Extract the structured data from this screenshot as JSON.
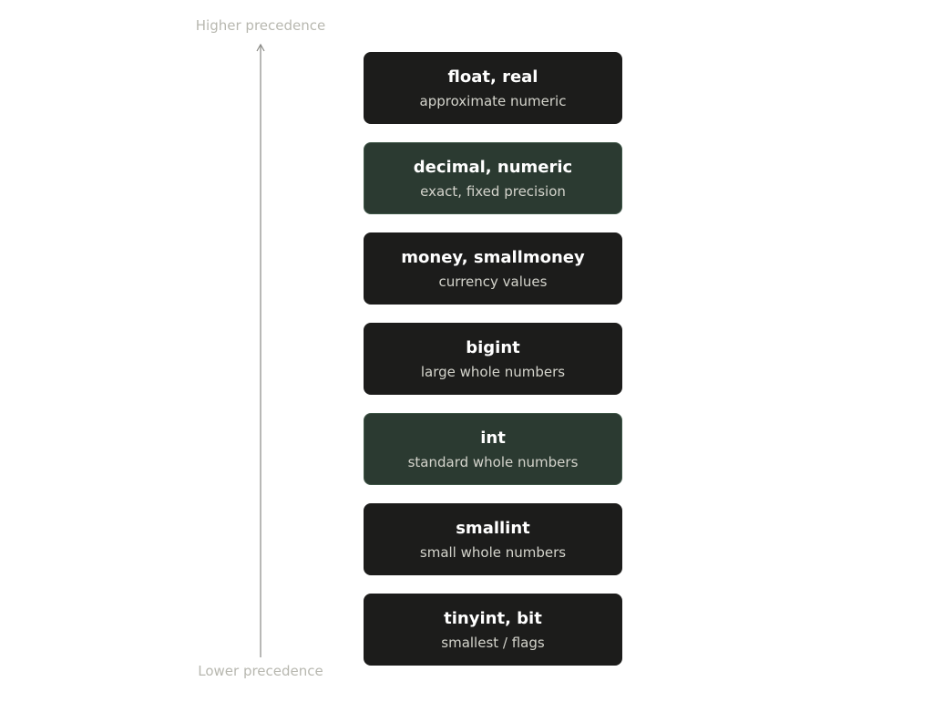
{
  "axis": {
    "top_label": "Higher precedence",
    "bottom_label": "Lower precedence"
  },
  "types": [
    {
      "title": "float, real",
      "subtitle": "approximate numeric",
      "highlight": false
    },
    {
      "title": "decimal, numeric",
      "subtitle": "exact, fixed precision",
      "highlight": true
    },
    {
      "title": "money, smallmoney",
      "subtitle": "currency values",
      "highlight": false
    },
    {
      "title": "bigint",
      "subtitle": "large whole numbers",
      "highlight": false
    },
    {
      "title": "int",
      "subtitle": "standard whole numbers",
      "highlight": true
    },
    {
      "title": "smallint",
      "subtitle": "small whole numbers",
      "highlight": false
    },
    {
      "title": "tinyint, bit",
      "subtitle": "smallest / flags",
      "highlight": false
    }
  ],
  "colors": {
    "box_dark": "#1c1c1b",
    "box_highlight": "#2b3a31",
    "axis_line": "#8a8a86",
    "axis_text": "#b8b8b0"
  }
}
